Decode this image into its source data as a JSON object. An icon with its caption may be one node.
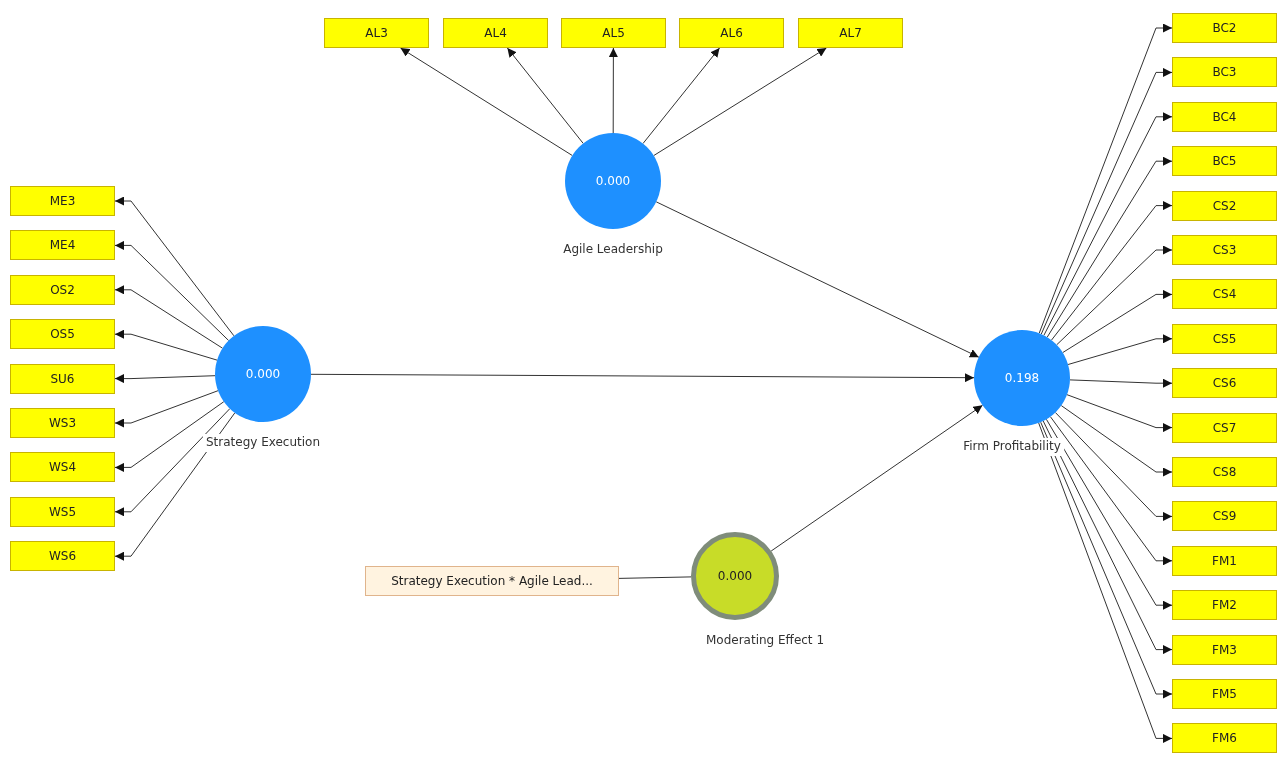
{
  "diagram": {
    "nodes": [
      {
        "text": [
          "AL3"
        ]
      },
      {
        "text": [
          "AL4"
        ]
      },
      {
        "text": [
          "AL5"
        ]
      },
      {
        "text": [
          "AL6"
        ]
      },
      {
        "text": [
          "AL7"
        ]
      },
      {
        "text": [
          "0.000"
        ],
        "beside": [
          "Agile Leadership"
        ]
      },
      {
        "text": [
          "ME3"
        ]
      },
      {
        "text": [
          "ME4"
        ]
      },
      {
        "text": [
          "OS2"
        ]
      },
      {
        "text": [
          "OS5"
        ]
      },
      {
        "text": [
          "SU6"
        ]
      },
      {
        "text": [
          "WS3"
        ]
      },
      {
        "text": [
          "WS4"
        ]
      },
      {
        "text": [
          "WS5"
        ]
      },
      {
        "text": [
          "WS6"
        ]
      },
      {
        "text": [
          "0.000"
        ],
        "beside": [
          "Strategy Execution"
        ]
      },
      {
        "text": [
          "0.198"
        ],
        "beside": [
          "Firm Profitability"
        ]
      },
      {
        "text": [
          "BC2"
        ]
      },
      {
        "text": [
          "BC3"
        ]
      },
      {
        "text": [
          "BC4"
        ]
      },
      {
        "text": [
          "BC5"
        ]
      },
      {
        "text": [
          "CS2"
        ]
      },
      {
        "text": [
          "CS3"
        ]
      },
      {
        "text": [
          "CS4"
        ]
      },
      {
        "text": [
          "CS5"
        ]
      },
      {
        "text": [
          "CS6"
        ]
      },
      {
        "text": [
          "CS7"
        ]
      },
      {
        "text": [
          "CS8"
        ]
      },
      {
        "text": [
          "CS9"
        ]
      },
      {
        "text": [
          "FM1"
        ]
      },
      {
        "text": [
          "FM2"
        ]
      },
      {
        "text": [
          "FM3"
        ]
      },
      {
        "text": [
          "FM5"
        ]
      },
      {
        "text": [
          "FM6"
        ]
      },
      {
        "text": [
          "Strategy Execution * Agile Lead..."
        ]
      },
      {
        "text": [
          "0.000"
        ],
        "beside": [
          "Moderating Effect 1"
        ]
      }
    ],
    "edges": [
      {
        "from": 5,
        "to": 0,
        "arrow": "to"
      },
      {
        "from": 5,
        "to": 1,
        "arrow": "to"
      },
      {
        "from": 5,
        "to": 2,
        "arrow": "to"
      },
      {
        "from": 5,
        "to": 3,
        "arrow": "to"
      },
      {
        "from": 5,
        "to": 4,
        "arrow": "to"
      },
      {
        "from": 15,
        "to": 6,
        "arrow": "to"
      },
      {
        "from": 15,
        "to": 7,
        "arrow": "to"
      },
      {
        "from": 15,
        "to": 8,
        "arrow": "to"
      },
      {
        "from": 15,
        "to": 9,
        "arrow": "to"
      },
      {
        "from": 15,
        "to": 10,
        "arrow": "to"
      },
      {
        "from": 15,
        "to": 11,
        "arrow": "to"
      },
      {
        "from": 15,
        "to": 12,
        "arrow": "to"
      },
      {
        "from": 15,
        "to": 13,
        "arrow": "to"
      },
      {
        "from": 15,
        "to": 14,
        "arrow": "to"
      },
      {
        "from": 16,
        "to": 17,
        "arrow": "to"
      },
      {
        "from": 16,
        "to": 18,
        "arrow": "to"
      },
      {
        "from": 16,
        "to": 19,
        "arrow": "to"
      },
      {
        "from": 16,
        "to": 20,
        "arrow": "to"
      },
      {
        "from": 16,
        "to": 21,
        "arrow": "to"
      },
      {
        "from": 16,
        "to": 22,
        "arrow": "to"
      },
      {
        "from": 16,
        "to": 23,
        "arrow": "to"
      },
      {
        "from": 16,
        "to": 24,
        "arrow": "to"
      },
      {
        "from": 16,
        "to": 25,
        "arrow": "to"
      },
      {
        "from": 16,
        "to": 26,
        "arrow": "to"
      },
      {
        "from": 16,
        "to": 27,
        "arrow": "to"
      },
      {
        "from": 16,
        "to": 28,
        "arrow": "to"
      },
      {
        "from": 16,
        "to": 29,
        "arrow": "to"
      },
      {
        "from": 16,
        "to": 30,
        "arrow": "to"
      },
      {
        "from": 16,
        "to": 31,
        "arrow": "to"
      },
      {
        "from": 16,
        "to": 32,
        "arrow": "to"
      },
      {
        "from": 16,
        "to": 33,
        "arrow": "to"
      },
      {
        "from": 15,
        "to": 16,
        "arrow": "to"
      },
      {
        "from": 5,
        "to": 16,
        "arrow": "to"
      },
      {
        "from": 35,
        "to": 16,
        "arrow": "to"
      },
      {
        "from": 34,
        "to": 35,
        "arrow": "none"
      }
    ]
  }
}
